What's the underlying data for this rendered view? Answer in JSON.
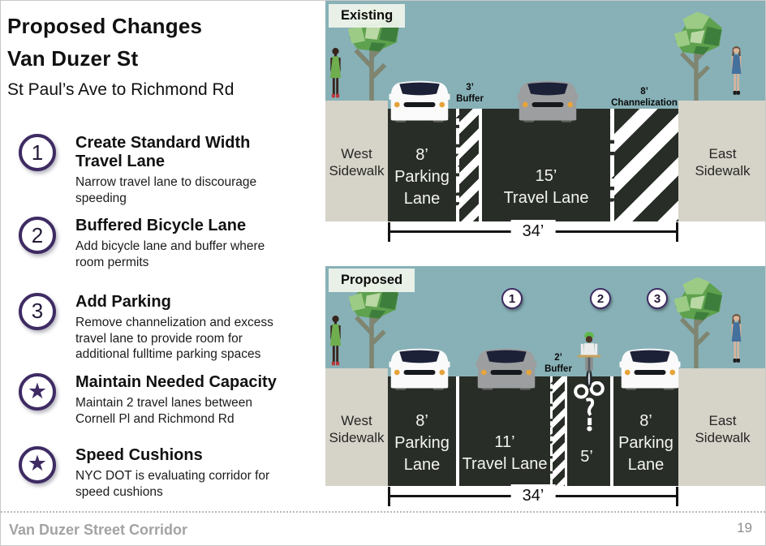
{
  "slide": {
    "title_line1": "Proposed Changes",
    "title_line2": "Van Duzer St",
    "subtitle": "St Paul’s Ave to Richmond Rd",
    "footer": "Van Duzer Street Corridor",
    "page_number": "19"
  },
  "list": {
    "items": [
      {
        "marker": "1",
        "type": "number",
        "heading": "Create Standard Width Travel Lane",
        "body": "Narrow travel lane to discourage speeding"
      },
      {
        "marker": "2",
        "type": "number",
        "heading": "Buffered Bicycle Lane",
        "body": "Add bicycle lane and buffer where room permits"
      },
      {
        "marker": "3",
        "type": "number",
        "heading": "Add Parking",
        "body": "Remove channelization and excess travel lane to provide room for additional fulltime parking spaces"
      },
      {
        "marker": "★",
        "type": "star",
        "heading": "Maintain Needed Capacity",
        "body": "Maintain 2 travel lanes between Cornell Pl and Richmond Rd"
      },
      {
        "marker": "★",
        "type": "star",
        "heading": "Speed Cushions",
        "body": "NYC DOT is evaluating corridor for speed cushions"
      }
    ]
  },
  "existing": {
    "tag": "Existing",
    "west_sidewalk": [
      "West",
      "Sidewalk"
    ],
    "east_sidewalk": [
      "East",
      "Sidewalk"
    ],
    "buffer_label": [
      "3’",
      "Buffer"
    ],
    "channelization_label": [
      "8’",
      "Channelization"
    ],
    "parking_lane": [
      "8’",
      "Parking",
      "Lane"
    ],
    "travel_lane": [
      "15’",
      "Travel Lane"
    ],
    "total_width": "34’"
  },
  "proposed": {
    "tag": "Proposed",
    "badges": [
      "1",
      "2",
      "3"
    ],
    "west_sidewalk": [
      "West",
      "Sidewalk"
    ],
    "east_sidewalk": [
      "East",
      "Sidewalk"
    ],
    "buffer_label": [
      "2’",
      "Buffer"
    ],
    "parking_lane_west": [
      "8’",
      "Parking",
      "Lane"
    ],
    "travel_lane": [
      "11’",
      "Travel Lane"
    ],
    "bike_lane": "5’",
    "parking_lane_east": [
      "8’",
      "Parking",
      "Lane"
    ],
    "total_width": "34’"
  },
  "colors": {
    "accent_purple": "#3e2b63",
    "sky": "#87b1b7",
    "road": "#282e27",
    "sidewalk": "#d6d3c8",
    "footer_gray": "#a3a3a3"
  }
}
